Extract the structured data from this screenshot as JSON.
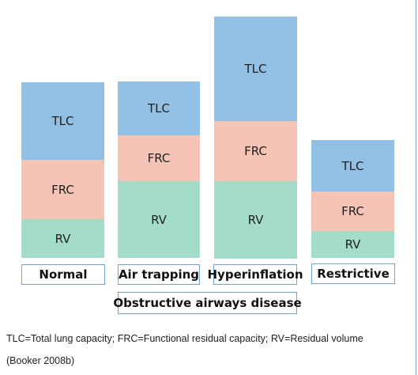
{
  "columns": [
    {
      "label": "Normal",
      "segments": [
        {
          "name": "TLC",
          "label": "TLC"
        },
        {
          "name": "FRC",
          "label": "FRC"
        },
        {
          "name": "RV",
          "label": "RV"
        }
      ]
    },
    {
      "label": "Air trapping",
      "segments": [
        {
          "name": "TLC",
          "label": "TLC"
        },
        {
          "name": "FRC",
          "label": "FRC"
        },
        {
          "name": "RV",
          "label": "RV"
        }
      ]
    },
    {
      "label": "Hyperinflation",
      "segments": [
        {
          "name": "TLC",
          "label": "TLC"
        },
        {
          "name": "FRC",
          "label": "FRC"
        },
        {
          "name": "RV",
          "label": "RV"
        }
      ]
    },
    {
      "label": "Restrictive",
      "segments": [
        {
          "name": "TLC",
          "label": "TLC"
        },
        {
          "name": "FRC",
          "label": "FRC"
        },
        {
          "name": "RV",
          "label": "RV"
        }
      ]
    }
  ],
  "group_label": "Obstructive airways disease",
  "caption": "TLC=Total lung capacity; FRC=Functional residual capacity; RV=Residual volume",
  "source": "(Booker 2008b)",
  "colors": {
    "tlc": "#92bfe4",
    "frc": "#f6c3b7",
    "rv": "#a4dcca",
    "border": "#6fa4d4"
  }
}
